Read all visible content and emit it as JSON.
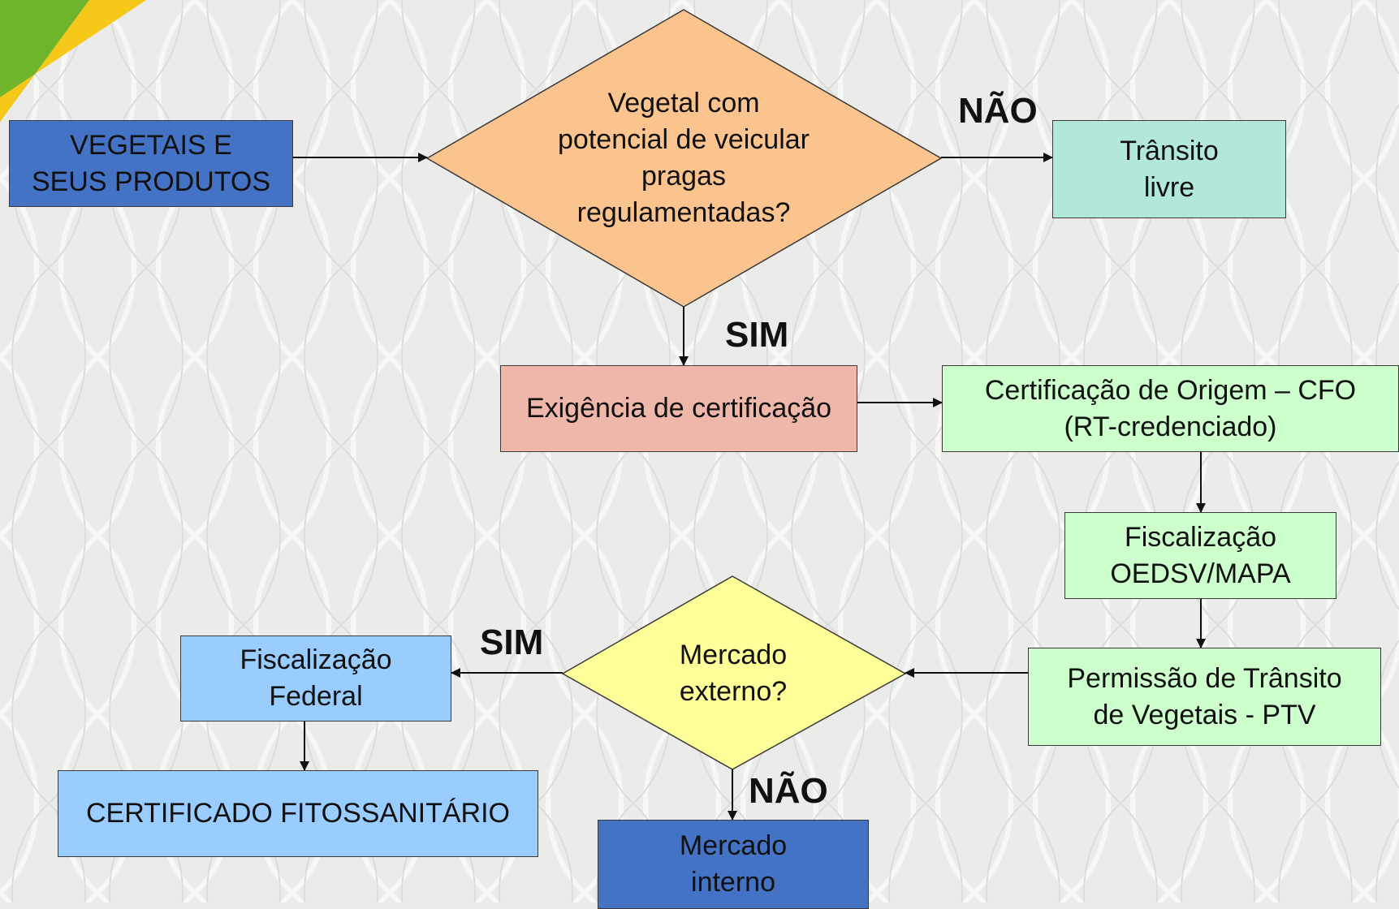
{
  "colors": {
    "dark_blue": "#4472c4",
    "orange": "#fbc48f",
    "teal": "#b1e8d9",
    "salmon": "#efb7aa",
    "light_green": "#ccffcc",
    "yellow": "#ffff99",
    "light_blue": "#99ccff",
    "banner_yellow": "#f5c81a",
    "banner_green": "#6fb52b"
  },
  "nodes": {
    "vegetais": "VEGETAIS E\nSEUS PRODUTOS",
    "decisao_pragas": "Vegetal com\npotencial de veicular\npragas\nregulamentadas?",
    "transito_livre": "Trânsito\nlivre",
    "exigencia": "Exigência de certificação",
    "cfo": "Certificação de Origem – CFO\n(RT-credenciado)",
    "fiscalizacao_oedsv": "Fiscalização\nOEDSV/MAPA",
    "ptv": "Permissão de Trânsito\nde Vegetais - PTV",
    "decisao_mercado": "Mercado\nexterno?",
    "fiscalizacao_federal": "Fiscalização\nFederal",
    "certificado": "CERTIFICADO FITOSSANITÁRIO",
    "mercado_interno": "Mercado\ninterno"
  },
  "labels": {
    "nao_top": "NÃO",
    "sim_top": "SIM",
    "sim_bottom": "SIM",
    "nao_bottom": "NÃO"
  }
}
